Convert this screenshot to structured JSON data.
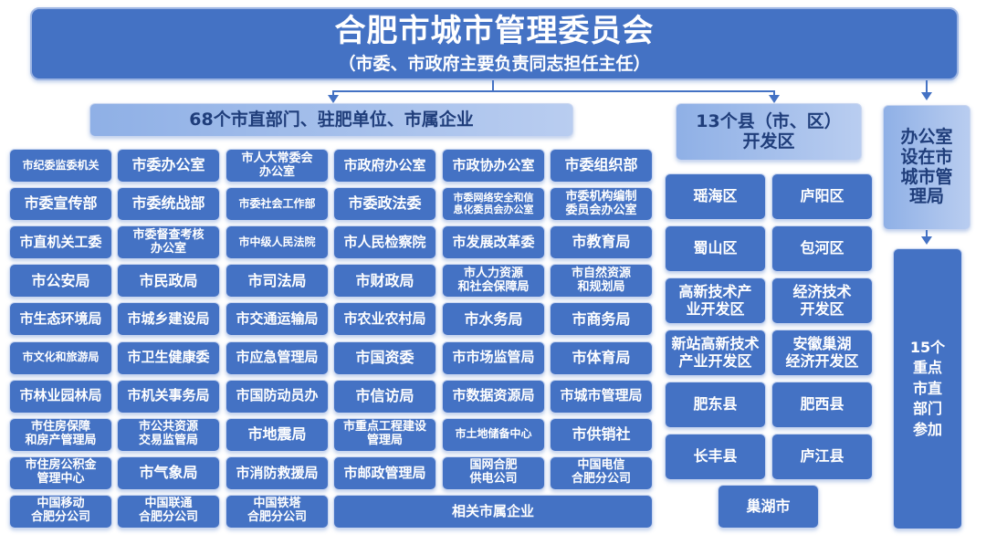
{
  "title": "合肥市城市管理委员会",
  "subtitle": "（市委、市政府主要负责同志担任主任）",
  "departments_header": "68个市直部门、驻肥单位、市属企业",
  "departments": [
    [
      "市纪委监委机关",
      "市委办公室",
      "市人大常委会\n办公室",
      "市政府办公室",
      "市政协办公室",
      "市委组织部"
    ],
    [
      "市委宣传部",
      "市委统战部",
      "市委社会工作部",
      "市委政法委",
      "市委网络安全和信\n息化委员会办公室",
      "市委机构编制\n委员会办公室"
    ],
    [
      "市直机关工委",
      "市委督查考核\n办公室",
      "市中级人民法院",
      "市人民检察院",
      "市发展改革委",
      "市教育局"
    ],
    [
      "市公安局",
      "市民政局",
      "市司法局",
      "市财政局",
      "市人力资源\n和社会保障局",
      "市自然资源\n和规划局"
    ],
    [
      "市生态环境局",
      "市城乡建设局",
      "市交通运输局",
      "市农业农村局",
      "市水务局",
      "市商务局"
    ],
    [
      "市文化和旅游局",
      "市卫生健康委",
      "市应急管理局",
      "市国资委",
      "市市场监管局",
      "市体育局"
    ],
    [
      "市林业园林局",
      "市机关事务局",
      "市国防动员办",
      "市信访局",
      "市数据资源局",
      "市城市管理局"
    ],
    [
      "市住房保障\n和房产管理局",
      "市公共资源\n交易监管局",
      "市地震局",
      "市重点工程建设\n管理局",
      "市土地储备中心",
      "市供销社"
    ],
    [
      "市住房公积金\n管理中心",
      "市气象局",
      "市消防救援局",
      "市邮政管理局",
      "国网合肥\n供电公司",
      "中国电信\n合肥分公司"
    ],
    [
      "中国移动\n合肥分公司",
      "中国联通\n合肥分公司",
      "中国铁塔\n合肥分公司",
      "相关市属企业"
    ]
  ],
  "counties_header": "13个县（市、区）\n开发区",
  "counties": [
    [
      "瑶海区",
      "庐阳区"
    ],
    [
      "蜀山区",
      "包河区"
    ],
    [
      "高新技术产\n业开发区",
      "经济技术\n开发区"
    ],
    [
      "新站高新技术\n产业开发区",
      "安徽巢湖\n经济开发区"
    ],
    [
      "肥东县",
      "肥西县"
    ],
    [
      "长丰县",
      "庐江县"
    ],
    [
      "巢湖市"
    ]
  ],
  "office": "办公室\n设在市\n城市管\n理局",
  "key_departments": "15个\n重点\n市直\n部门\n参加"
}
